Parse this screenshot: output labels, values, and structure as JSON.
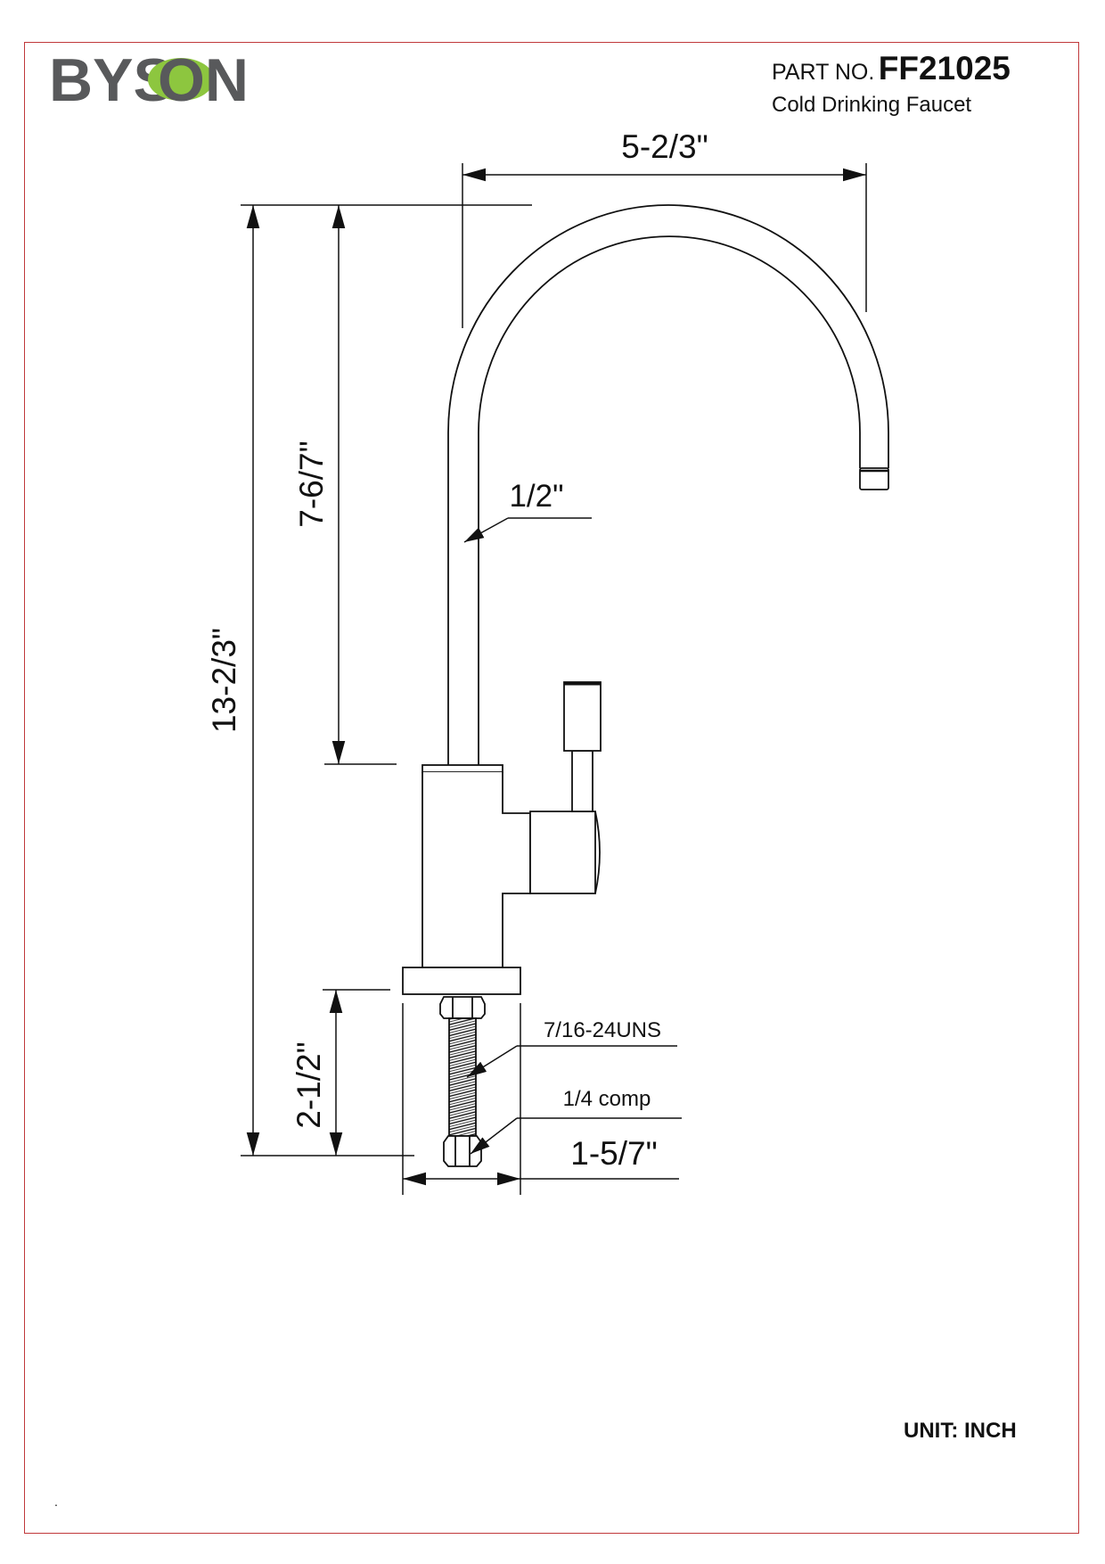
{
  "brand": {
    "logo_text": "BYSON",
    "logo_gray": "#58595b",
    "logo_green": "#8dc63f"
  },
  "header": {
    "part_label": "PART NO.",
    "part_number": "FF21025",
    "product_name": "Cold Drinking Faucet"
  },
  "dimensions": {
    "spout_reach": "5-2/3\"",
    "spout_height": "7-6/7\"",
    "total_height": "13-2/3\"",
    "spout_diameter": "1/2\"",
    "shank_length": "2-1/2\"",
    "thread_spec": "7/16-24UNS",
    "connection": "1/4 comp",
    "base_width": "1-5/7\""
  },
  "footer": {
    "unit": "UNIT: INCH",
    "dot": "."
  },
  "colors": {
    "border": "#c0393b",
    "line": "#111111"
  }
}
